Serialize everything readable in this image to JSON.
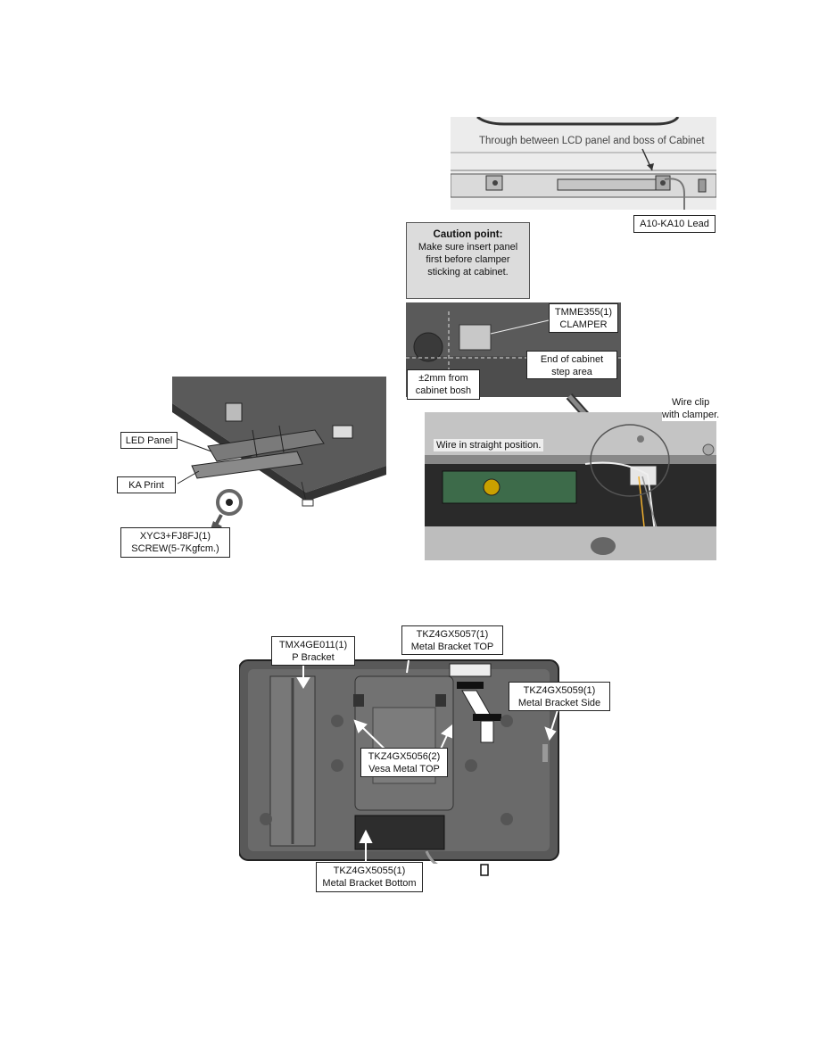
{
  "figure_top": {
    "through_note": "Through between LCD panel and boss of Cabinet",
    "lead_label": "A10-KA10 Lead"
  },
  "figure_left": {
    "led_panel_label": "LED Panel",
    "ka_print_label": "KA Print",
    "screw_label": "XYC3+FJ8FJ(1)\nSCREW(5-7Kgfcm.)"
  },
  "caution_box": {
    "title": "Caution point:",
    "text": "Make sure insert panel\nfirst before clamper\nsticking at cabinet."
  },
  "figure_clamper": {
    "clamper_label": "TMME355(1)\nCLAMPER",
    "end_step_label": "End of cabinet\nstep area",
    "bosh_label": "±2mm from\ncabinet bosh"
  },
  "figure_wire": {
    "wire_clip_label": "Wire clip\nwith clamper.",
    "straight_label": "Wire in straight position."
  },
  "figure_back": {
    "p_bracket": "TMX4GE011(1)\nP Bracket",
    "bracket_top": "TKZ4GX5057(1)\nMetal Bracket TOP",
    "bracket_side": "TKZ4GX5059(1)\nMetal Bracket Side",
    "vesa_top": "TKZ4GX5056(2)\nVesa Metal TOP",
    "bracket_bottom": "TKZ4GX5055(1)\nMetal Bracket Bottom"
  }
}
